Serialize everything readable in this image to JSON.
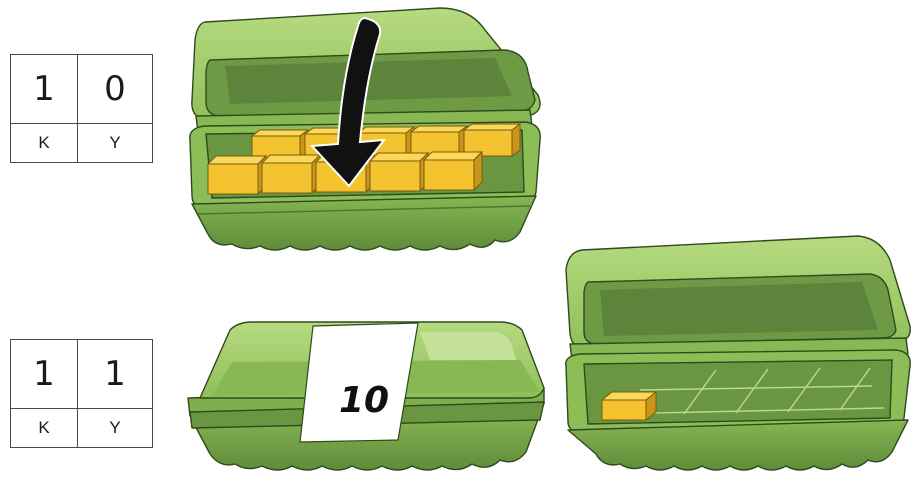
{
  "top_place_value": {
    "tens_digit": "1",
    "ones_digit": "0",
    "tens_label": "K",
    "ones_label": "Y"
  },
  "bottom_place_value": {
    "tens_digit": "1",
    "ones_digit": "1",
    "tens_label": "K",
    "ones_label": "Y"
  },
  "closed_box_label": "10",
  "colors": {
    "carton_light": "#a5cf6b",
    "carton_mid": "#8cbd57",
    "carton_dark": "#5f8c3a",
    "carton_outline": "#2f4a1c",
    "cube_face": "#f4c430",
    "cube_top": "#f9d85a",
    "cube_side": "#c9951b",
    "arrow": "#111111"
  },
  "icons": [
    "open-carton-full-icon",
    "down-arrow-icon",
    "closed-carton-icon",
    "open-carton-one-cube-icon"
  ]
}
